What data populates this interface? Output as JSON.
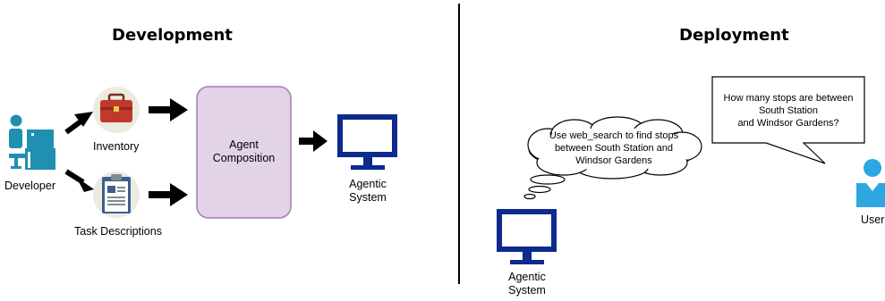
{
  "development": {
    "title": "Development",
    "developer_label": "Developer",
    "inventory_label": "Inventory",
    "task_label": "Task Descriptions",
    "agent_box_line1": "Agent",
    "agent_box_line2": "Composition",
    "agentic_line1": "Agentic",
    "agentic_line2": "System"
  },
  "deployment": {
    "title": "Deployment",
    "thought_line1": "Use web_search to find stops",
    "thought_line2": "between South Station and",
    "thought_line3": "Windsor Gardens",
    "speech_line1": "How many stops are between",
    "speech_line2": "South Station",
    "speech_line3": "and Windsor Gardens?",
    "agentic_line1": "Agentic",
    "agentic_line2": "System",
    "user_label": "User"
  },
  "colors": {
    "navy": "#0d2a8c",
    "teal": "#1f8fb2",
    "agent_box_fill": "#e2d3e9",
    "agent_box_stroke": "#a57bb3",
    "icon_circle": "#ecebdf",
    "briefcase": "#c0392b",
    "clipboard": "#3b5f8a",
    "user_icon": "#2ea7e0"
  }
}
